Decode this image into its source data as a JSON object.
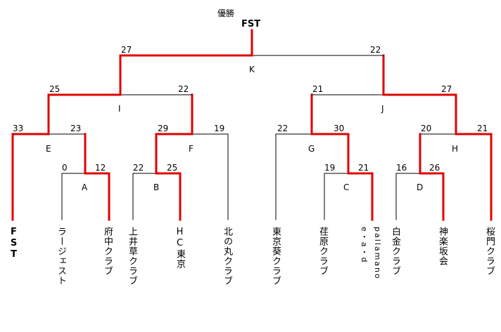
{
  "title": "優勝",
  "champion": "FST",
  "colors": {
    "win": "#e00000",
    "line": "#000000"
  },
  "teams": [
    "FST",
    "ラージェスト",
    "府中クラブ",
    "上井草クラブ",
    "HC東京",
    "北の丸クラブ",
    "東京葵クラブ",
    "荏原クラブ",
    "pallamano",
    "e・a・d",
    "白金クラブ",
    "神楽坂会",
    "桜門クラブ"
  ],
  "matches": {
    "A": {
      "label": "A",
      "s1": "0",
      "s2": "12"
    },
    "B": {
      "label": "B",
      "s1": "22",
      "s2": "25"
    },
    "C": {
      "label": "C",
      "s1": "19",
      "s2": "21"
    },
    "D": {
      "label": "D",
      "s1": "16",
      "s2": "26"
    },
    "E": {
      "label": "E",
      "s1": "33",
      "s2": "23"
    },
    "F": {
      "label": "F",
      "s1": "29",
      "s2": "19"
    },
    "G": {
      "label": "G",
      "s1": "22",
      "s2": "30"
    },
    "H": {
      "label": "H",
      "s1": "20",
      "s2": "21"
    },
    "I": {
      "label": "I",
      "s1": "25",
      "s2": "22"
    },
    "J": {
      "label": "J",
      "s1": "21",
      "s2": "27"
    },
    "K": {
      "label": "K",
      "s1": "27",
      "s2": "22"
    }
  }
}
